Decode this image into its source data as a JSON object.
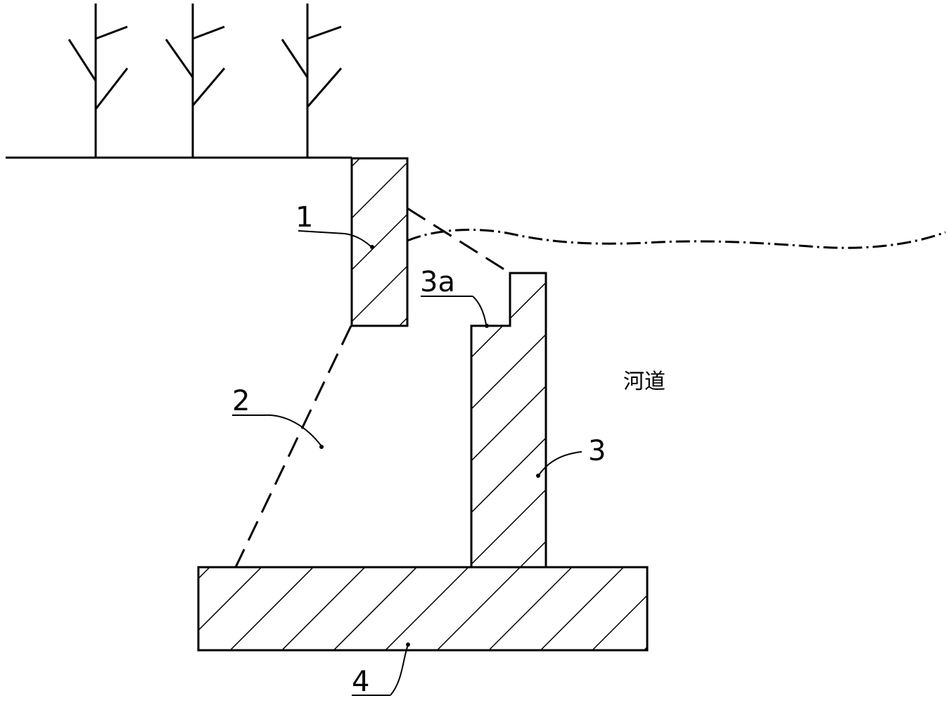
{
  "labels": {
    "wall_1": "1",
    "fill_2": "2",
    "wall_3": "3",
    "step_3a": "3a",
    "base_4": "4",
    "river": "河道"
  }
}
